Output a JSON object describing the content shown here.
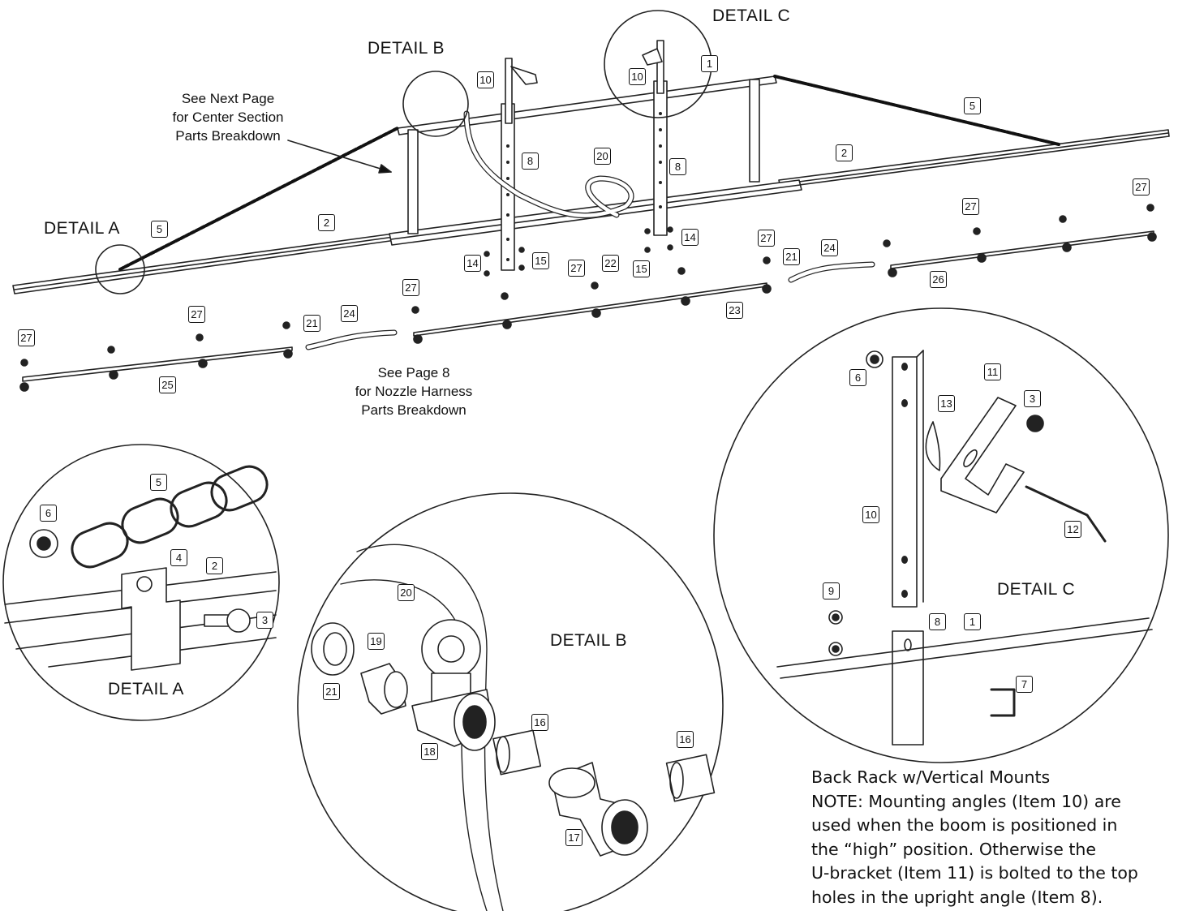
{
  "headings": {
    "detail_a_top": "DETAIL A",
    "detail_b_top": "DETAIL B",
    "detail_c_top": "DETAIL C",
    "detail_a_circle": "DETAIL A",
    "detail_b_circle": "DETAIL B",
    "detail_c_circle": "DETAIL C"
  },
  "references": {
    "center_section": [
      "See Next Page",
      "for Center Section",
      "Parts Breakdown"
    ],
    "nozzle_harness": [
      "See Page 8",
      "for Nozzle Harness",
      "Parts Breakdown"
    ]
  },
  "note": {
    "title": "Back Rack w/Vertical Mounts",
    "lines": [
      "NOTE: Mounting angles (Item 10) are",
      "used when the boom is positioned in",
      "the “high” position. Otherwise the",
      "U-bracket (Item 11) is bolted to the top",
      "holes in the upright angle (Item 8)."
    ]
  },
  "callouts": {
    "main": [
      "10",
      "1",
      "10",
      "5",
      "8",
      "20",
      "8",
      "2",
      "27",
      "2",
      "5",
      "27",
      "14",
      "14",
      "27",
      "24",
      "15",
      "21",
      "22",
      "15",
      "26",
      "27",
      "23",
      "27",
      "27",
      "21",
      "24",
      "27",
      "25"
    ],
    "detail_a": [
      "5",
      "6",
      "4",
      "2",
      "3"
    ],
    "detail_b": [
      "20",
      "19",
      "21",
      "18",
      "16",
      "16",
      "17"
    ],
    "detail_c": [
      "6",
      "11",
      "13",
      "3",
      "10",
      "12",
      "9",
      "8",
      "1",
      "7"
    ]
  }
}
